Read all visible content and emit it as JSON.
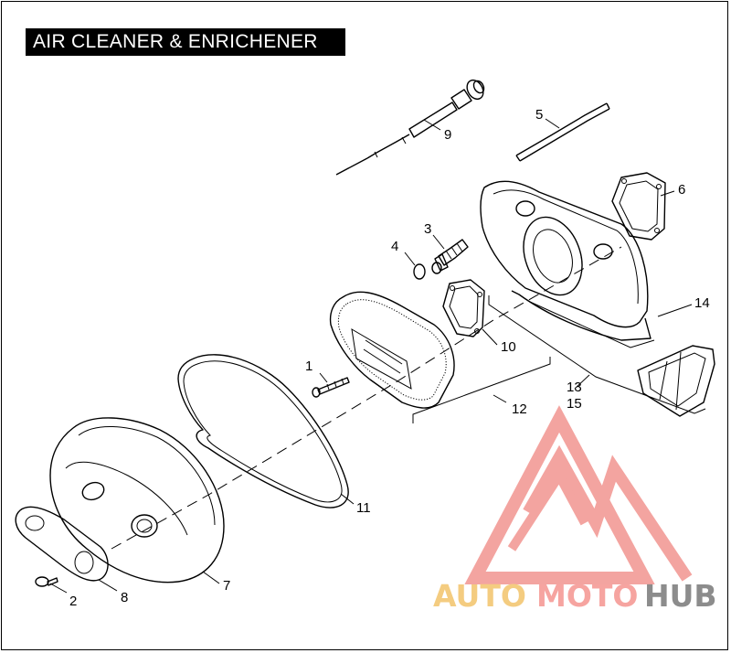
{
  "title": "AIR CLEANER & ENRICHENER",
  "callouts": {
    "c1": "1",
    "c2": "2",
    "c3": "3",
    "c4": "4",
    "c5": "5",
    "c6": "6",
    "c7": "7",
    "c8": "8",
    "c9": "9",
    "c10": "10",
    "c11": "11",
    "c12": "12",
    "c13": "13",
    "c14": "14",
    "c15": "15"
  },
  "watermark": {
    "part1": "AUTO",
    "part2": "MOTO",
    "part3": "HUB",
    "colors": {
      "auto": "#f4cc80",
      "moto": "#f6a4a0",
      "hub": "#8c8c8c",
      "logo": "#f29590"
    }
  }
}
